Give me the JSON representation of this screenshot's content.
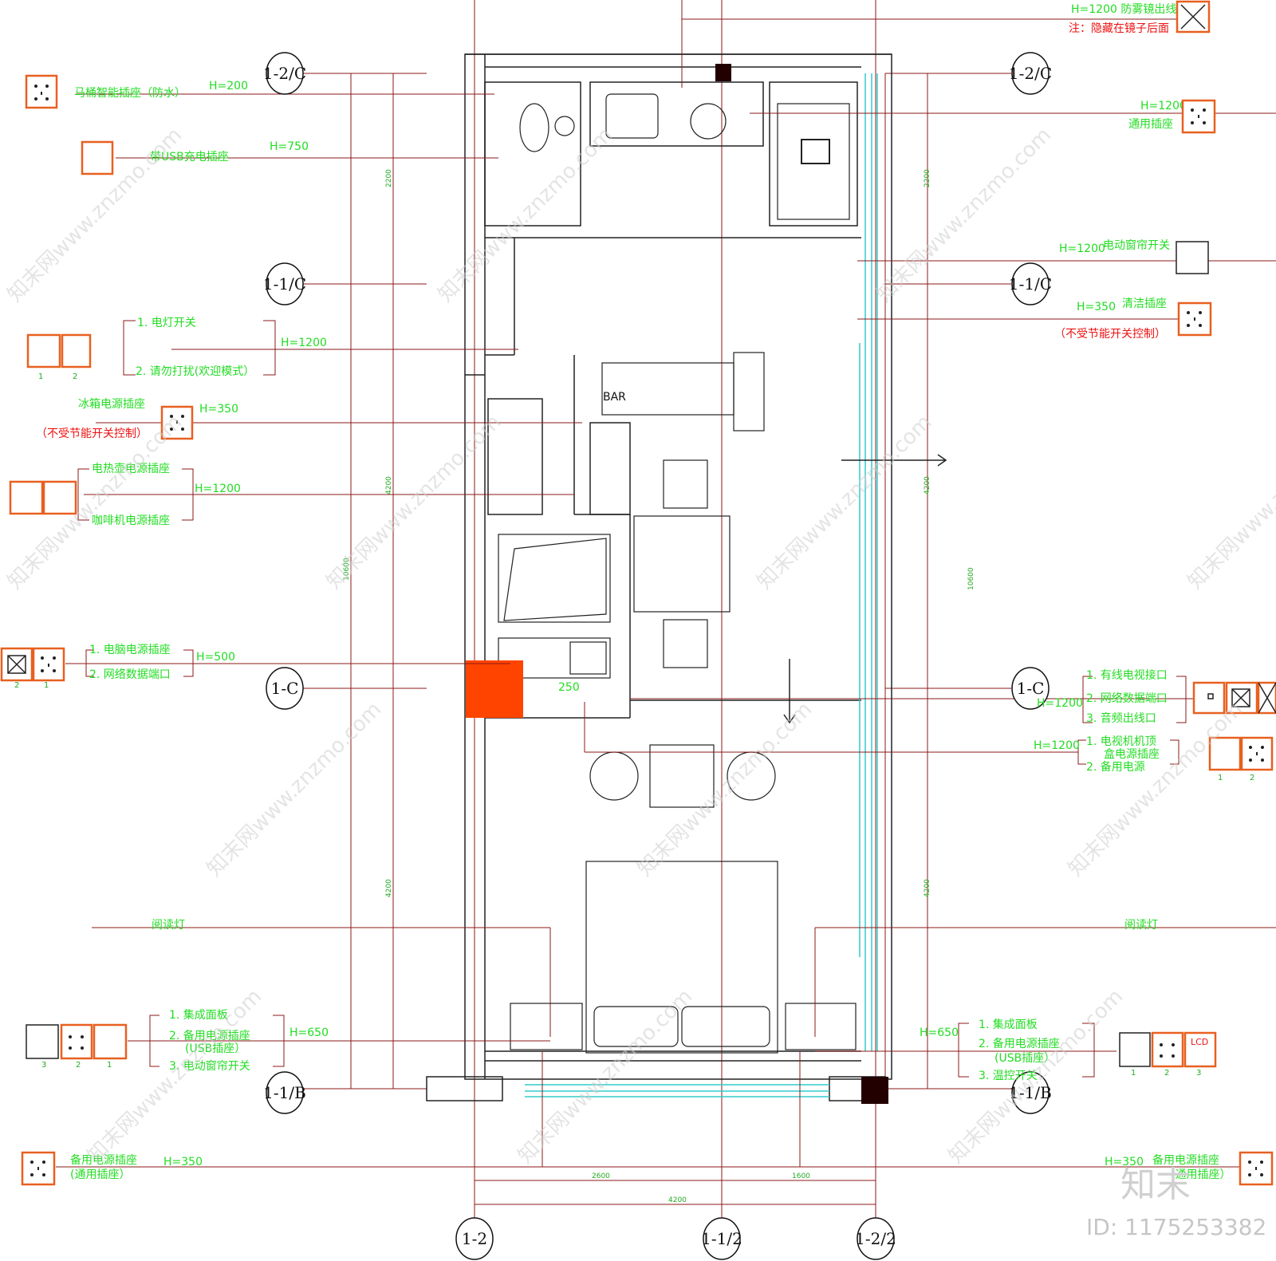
{
  "grid_axes": {
    "top_left_1_2C": "1-2/C",
    "top_right_1_2C": "1-2/C",
    "left_1_1C": "1-1/C",
    "right_1_1C": "1-1/C",
    "left_1C": "1-C",
    "right_1C": "1-C",
    "left_1_1B": "1-1/B",
    "right_1_1B": "1-1/B",
    "bottom_1_2": "1-2",
    "bottom_1_1_2": "1-1/2",
    "bottom_1_2_2": "1-2/2"
  },
  "left_annotations": {
    "toilet_socket": {
      "label": "马桶智能插座（防水）",
      "height": "H=200"
    },
    "usb_socket": {
      "label": "带USB充电插座",
      "height": "H=750"
    },
    "light_switch_group": {
      "item1": "1. 电灯开关",
      "item2": "2. 请勿打扰(欢迎模式）",
      "height": "H=1200",
      "num1": "1",
      "num2": "2"
    },
    "fridge_socket": {
      "label": "冰箱电源插座",
      "height": "H=350",
      "note": "（不受节能开关控制）"
    },
    "kettle_group": {
      "item1": "电热壶电源插座",
      "item2": "咖啡机电源插座",
      "height": "H=1200"
    },
    "computer_group": {
      "item1": "1. 电脑电源插座",
      "item2": "2. 网络数据端口",
      "height": "H=500",
      "num1": "2",
      "num2": "1"
    },
    "reading_lamp": {
      "label": "阅读灯"
    },
    "bed_left_group": {
      "item1": "1. 集成面板",
      "item2": "2. 备用电源插座",
      "item2b": "(USB插座）",
      "item3": "3. 电动窗帘开关",
      "height": "H=650",
      "num1": "3",
      "num2": "2",
      "num3": "1"
    },
    "spare_socket": {
      "label": "备用电源插座",
      "sub": "(通用插座）",
      "height": "H=350"
    }
  },
  "right_annotations": {
    "mirror_outlet": {
      "label": "H=1200 防雾镜出线口",
      "note": "注：隐藏在镜子后面"
    },
    "general_socket": {
      "label": "通用插座",
      "height": "H=1200"
    },
    "curtain_switch": {
      "label": "电动窗帘开关",
      "height": "H=1200"
    },
    "cleaning_socket": {
      "label": "清洁插座",
      "height": "H=350",
      "note": "（不受节能开关控制）"
    },
    "tv_group": {
      "item1": "1. 有线电视接口",
      "item2": "2. 网络数据端口",
      "item3": "3. 音频出线口",
      "height": "H=1200"
    },
    "tv_box_group": {
      "item1": "1. 电视机机顶",
      "item1b": "盒电源插座",
      "item2": "2. 备用电源",
      "height": "H=1200",
      "num1": "1",
      "num2": "2"
    },
    "reading_lamp": {
      "label": "阅读灯"
    },
    "bed_right_group": {
      "item1": "1. 集成面板",
      "item2": "2. 备用电源插座",
      "item2b": "(USB插座）",
      "item3": "3. 温控开关",
      "height": "H=650",
      "num1": "1",
      "num2": "2",
      "num3": "3",
      "lcd": "LCD"
    },
    "spare_socket": {
      "label": "备用电源插座",
      "sub": "(通用插座）",
      "height": "H=350"
    }
  },
  "dimensions": {
    "left_outer": "10600",
    "left_top": "2200",
    "left_mid": "4200",
    "left_bot": "4200",
    "right_outer": "10600",
    "right_top": "2200",
    "right_mid": "4200",
    "right_bot": "4200",
    "bottom_a": "2600",
    "bottom_b": "1600",
    "bottom_total": "4200",
    "desk_250": "250",
    "bar_label": "BAR"
  },
  "watermarks": {
    "site": "知末网www.znzmo.com",
    "brand": "知末",
    "id": "ID: 1175253382"
  },
  "colors": {
    "annotation_text": "#22dd22",
    "note_text": "#ee1111",
    "leader_line": "#8b1a1a",
    "wall": "#222222",
    "window": "#33cccc",
    "column_fill": "#ff4400",
    "socket_frame": "#e86020"
  }
}
